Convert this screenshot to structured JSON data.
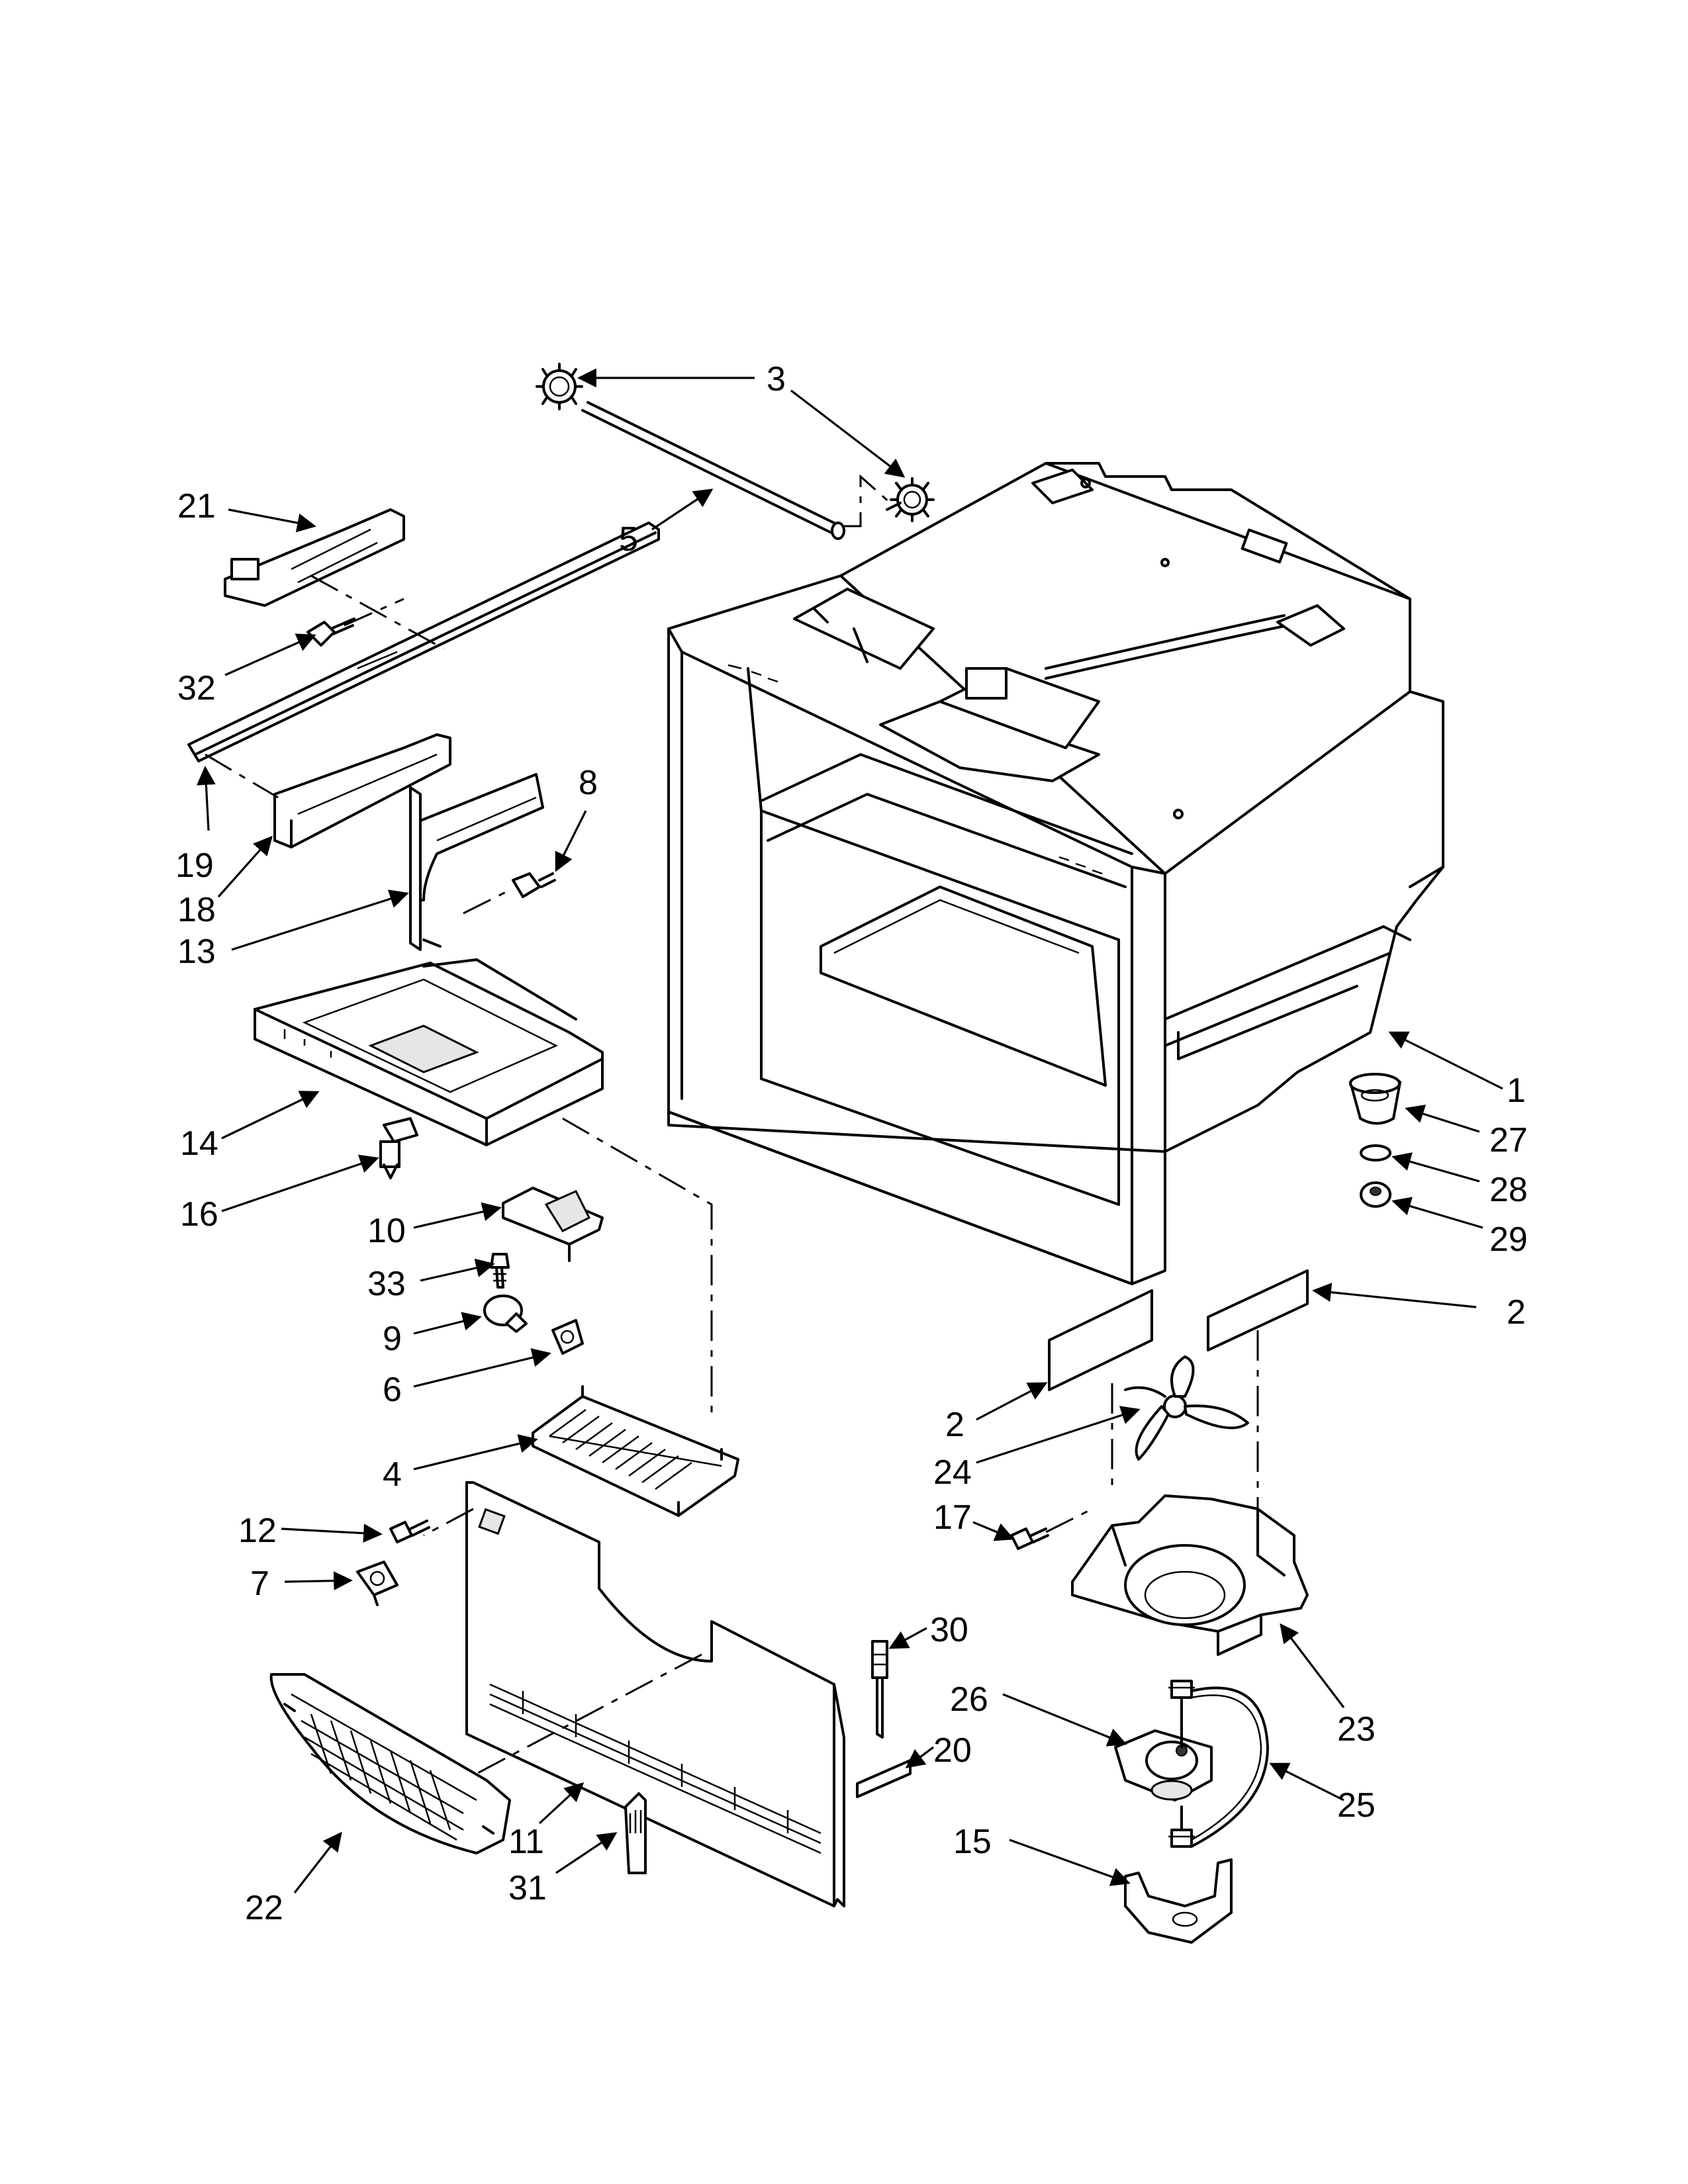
{
  "diagram": {
    "callouts": [
      {
        "id": "c3",
        "label": "3"
      },
      {
        "id": "c21",
        "label": "21"
      },
      {
        "id": "c5",
        "label": "5"
      },
      {
        "id": "c32",
        "label": "32"
      },
      {
        "id": "c19",
        "label": "19"
      },
      {
        "id": "c8",
        "label": "8"
      },
      {
        "id": "c18",
        "label": "18"
      },
      {
        "id": "c13",
        "label": "13"
      },
      {
        "id": "c14",
        "label": "14"
      },
      {
        "id": "c1",
        "label": "1"
      },
      {
        "id": "c27",
        "label": "27"
      },
      {
        "id": "c28",
        "label": "28"
      },
      {
        "id": "c16",
        "label": "16"
      },
      {
        "id": "c10",
        "label": "10"
      },
      {
        "id": "c29",
        "label": "29"
      },
      {
        "id": "c33",
        "label": "33"
      },
      {
        "id": "c2a",
        "label": "2"
      },
      {
        "id": "c9",
        "label": "9"
      },
      {
        "id": "c6",
        "label": "6"
      },
      {
        "id": "c2b",
        "label": "2"
      },
      {
        "id": "c24",
        "label": "24"
      },
      {
        "id": "c4",
        "label": "4"
      },
      {
        "id": "c12",
        "label": "12"
      },
      {
        "id": "c17",
        "label": "17"
      },
      {
        "id": "c7",
        "label": "7"
      },
      {
        "id": "c30",
        "label": "30"
      },
      {
        "id": "c23",
        "label": "23"
      },
      {
        "id": "c26",
        "label": "26"
      },
      {
        "id": "c20",
        "label": "20"
      },
      {
        "id": "c25",
        "label": "25"
      },
      {
        "id": "c11",
        "label": "11"
      },
      {
        "id": "c15",
        "label": "15"
      },
      {
        "id": "c31",
        "label": "31"
      },
      {
        "id": "c22",
        "label": "22"
      }
    ]
  }
}
